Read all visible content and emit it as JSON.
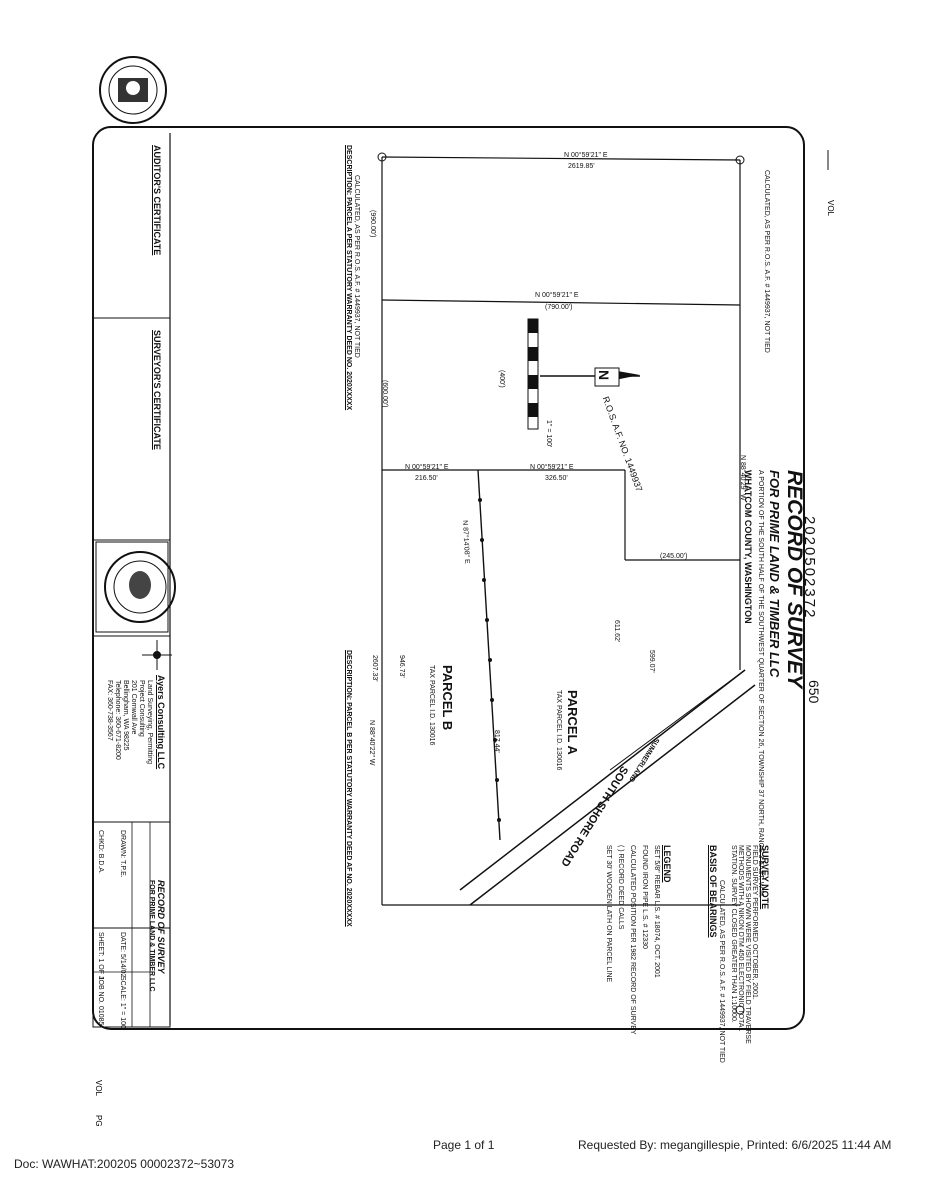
{
  "document": {
    "recording_number": "2020502372",
    "page_ref": "650",
    "title": "RECORD OF SURVEY",
    "subtitle": "FOR PRIME LAND & TIMBER LLC",
    "location_line1": "A PORTION OF THE SOUTH HALF OF THE SOUTHWEST QUARTER OF SECTION 26, TOWNSHIP 37 NORTH, RANGE 3 EAST, W.M.",
    "location_line2": "WHATCOM COUNTY, WASHINGTON",
    "parcel_a": "PARCEL A",
    "parcel_b": "PARCEL B",
    "road": "SOUTH SHORE ROAD",
    "road2": "SUMMERLAND",
    "survey_note_title": "SURVEY NOTE",
    "survey_note": "FIELD SURVEY PERFORMED OCTOBER, 2001. MONUMENTS SHOWN WERE VISITED BY FIELD TRAVERSE METHODS WITH A NIKON DTM 450 ELECTRONIC TOTAL STATION. SURVEY CLOSED GREATER THAN 1:10000.",
    "basis_title": "BASIS OF BEARINGS",
    "legend_title": "LEGEND",
    "legend_items": [
      "SET 5/8\" REBAR L.S. # 18074, OCT. 2001",
      "FOUND IRON PIPE L.S. # 12330",
      "CALCULATED POSITION PER 1982 RECORD OF SURVEY",
      "( ) RECORD DEED CALLS",
      "SET 30' WOODEN LATH ON PARCEL LINE"
    ],
    "desc_a_title": "DESCRIPTION: PARCEL A PER STATUTORY WARRANTY DEED NO. 2020XXXXX",
    "desc_b_title": "DESCRIPTION: PARCEL B PER STATUTORY WARRANTY DEED AF NO. 2020XXXXX",
    "auditor_title": "AUDITOR'S CERTIFICATE",
    "surveyor_title": "SURVEYOR'S CERTIFICATE",
    "firm_name": "Ayers Consulting LLC",
    "firm_line1": "Land Surveying, Permitting",
    "firm_line2": "Project Consulting",
    "firm_line3": "201 Cornwall Ave",
    "firm_line4": "Bellingham, WA 98225",
    "firm_line5": "Telephone: 360-671-8200",
    "firm_line6": "FAX: 360-738-3567",
    "title_block_title": "RECORD OF SURVEY",
    "title_block_sub": "FOR PRIME LAND & TIMBER LLC",
    "sheet": "SHEET: 1 OF 1",
    "scale": "SCALE: 1\" = 100'",
    "job_no": "JOB NO. 01085",
    "drawn": "DRAWN: T.P.E.",
    "date": "DATE: 5/14/02",
    "chkd": "CHKD: B.D.A.",
    "bearings": {
      "top": "N 00°59'21\" E",
      "top_dist": "2619.85'",
      "mid": "N 00°59'21\" E",
      "mid_dist": "(790.00')",
      "low1": "N 00°59'21\" E",
      "low1_dist": "216.50'",
      "low2": "N 00°59'21\" E",
      "low2_dist": "326.50'",
      "left_dist": "(990.00')",
      "right_dist": "(245.00')",
      "div_line": "N 87°14'08\" E",
      "west_line": "N 88°40'29\" W",
      "dist_611": "611.62'",
      "dist_599": "599.07'",
      "dist_946": "946.73'",
      "dist_2607": "2607.33'",
      "dist_400": "(400')",
      "dist_600": "(600.00')",
      "dist_817": "817.44'",
      "south_line": "N 88°40'22\" W"
    },
    "ros_note": "CALCULATED, AS PER R.O.S. A.F. # 1449937, NOT TIED",
    "ros_stamp": "R.O.S. A.F. NO. 1449937",
    "tax_parcel_a": "TAX PARCEL I.D. 130016",
    "tax_parcel_b": "TAX PARCEL I.D. 130016",
    "scale_bar_label": "1\" = 100'",
    "north_label": "N",
    "margin_vol": "VOL",
    "margin_pg": "PG"
  },
  "footer": {
    "page": "Page 1 of 1",
    "requested": "Requested By: megangillespie, Printed: 6/6/2025 11:44 AM",
    "doc": "Doc: WAWHAT:200205 00002372~53073"
  }
}
